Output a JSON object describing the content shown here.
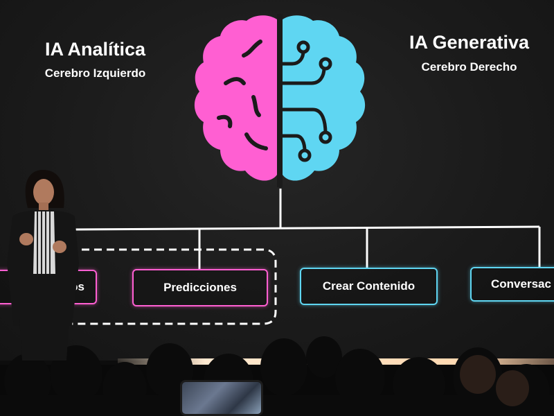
{
  "slide": {
    "left_heading": "IA Analítica",
    "left_subheading": "Cerebro Izquierdo",
    "right_heading": "IA Generativa",
    "right_subheading": "Cerebro Derecho",
    "boxes": [
      {
        "label": "os"
      },
      {
        "label": "Predicciones"
      },
      {
        "label": "Crear Contenido"
      },
      {
        "label": "Conversac"
      }
    ]
  },
  "colors": {
    "slide_background": "#1b1b1b",
    "left_brain": "#ff5fd2",
    "right_brain": "#5fd6f2",
    "connector_lines": "#ffffff",
    "audience": "#0b0b0b"
  },
  "icons": {
    "brain": "brain-half-pink-half-circuit-cyan-icon"
  }
}
